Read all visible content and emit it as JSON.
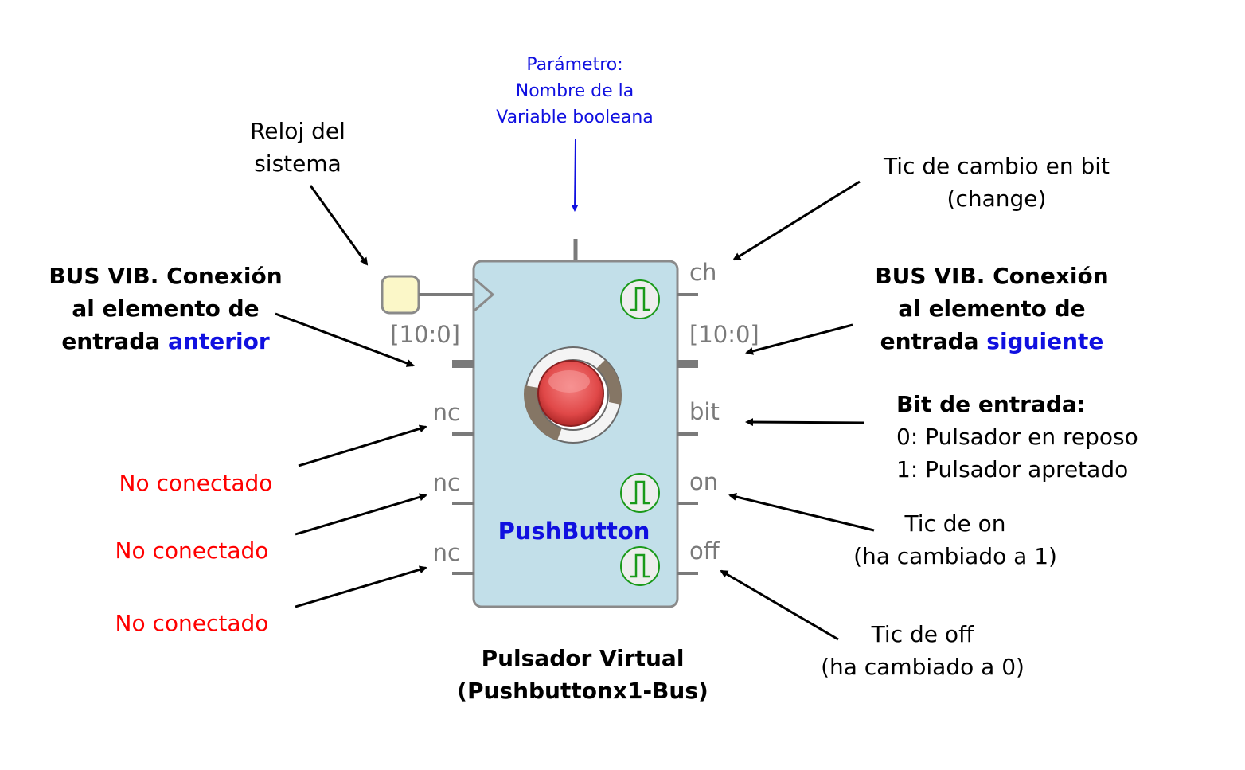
{
  "component": {
    "name": "PushButton",
    "caption_line1": "Pulsador Virtual",
    "caption_line2": "(Pushbuttonx1-Bus)",
    "colors": {
      "body_fill": "#c2dfe9",
      "body_stroke": "#8a8a8a",
      "name": "#1010e0",
      "tick_icon": "#1a9a1a",
      "button_red": "#e04848"
    }
  },
  "pins": {
    "left_bus": "[10:0]",
    "right_bus": "[10:0]",
    "ch": "ch",
    "bit": "bit",
    "on": "on",
    "off": "off",
    "nc1": "nc",
    "nc2": "nc",
    "nc3": "nc"
  },
  "annotations": {
    "parameter": [
      "Parámetro:",
      "Nombre de la",
      "Variable booleana"
    ],
    "clock": [
      "Reloj del",
      "sistema"
    ],
    "bus_prev": {
      "line1": "BUS VIB. Conexión",
      "line2": "al elemento de",
      "line3_prefix": "entrada ",
      "line3_highlight": "anterior"
    },
    "bus_next": {
      "line1": "BUS VIB. Conexión",
      "line2": "al elemento de",
      "line3_prefix": "entrada ",
      "line3_highlight": "siguiente"
    },
    "change": [
      "Tic de cambio en bit",
      "(change)"
    ],
    "bit": {
      "title": "Bit de entrada:",
      "line2": "0: Pulsador en reposo",
      "line3": "1: Pulsador apretado"
    },
    "on": [
      "Tic de on",
      "(ha cambiado a 1)"
    ],
    "off": [
      "Tic de off",
      "(ha cambiado a 0)"
    ],
    "nc1": "No conectado",
    "nc2": "No conectado",
    "nc3": "No conectado"
  }
}
